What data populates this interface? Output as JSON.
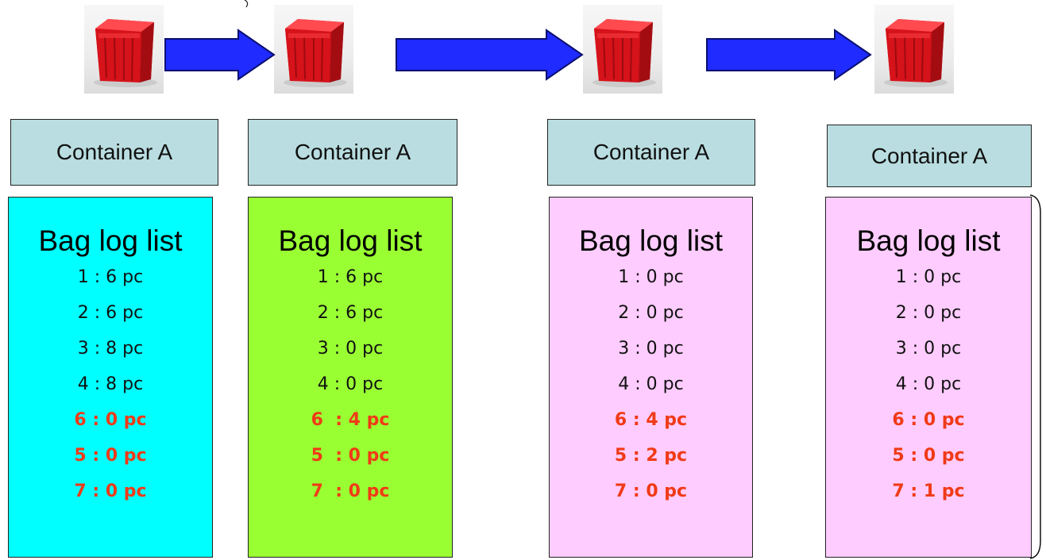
{
  "colors": {
    "label_fill": "#b9dde0",
    "arrow_fill": "#1f2bff",
    "arrow_stroke": "#0a0f70",
    "crate_red": "#e0141c",
    "highlight_text": "#f03a17"
  },
  "images": [
    {
      "icon": "red-crate-icon"
    },
    {
      "icon": "red-crate-icon"
    },
    {
      "icon": "red-crate-icon"
    },
    {
      "icon": "red-crate-icon"
    }
  ],
  "stages": [
    {
      "container_label": "Container A",
      "fill": "#00ffff",
      "list_title": "Bag log list",
      "lines": [
        {
          "text": "1 : 6 pc",
          "highlight": false
        },
        {
          "text": "2 : 6 pc",
          "highlight": false
        },
        {
          "text": "3 : 8 pc",
          "highlight": false
        },
        {
          "text": "4 : 8 pc",
          "highlight": false
        },
        {
          "text": "6 : 0 pc",
          "highlight": true
        },
        {
          "text": "5 : 0 pc",
          "highlight": true
        },
        {
          "text": "7 : 0 pc",
          "highlight": true
        }
      ]
    },
    {
      "container_label": "Container A",
      "fill": "#99ff33",
      "list_title": "Bag log list",
      "lines": [
        {
          "text": "1 : 6 pc",
          "highlight": false
        },
        {
          "text": "2 : 6 pc",
          "highlight": false
        },
        {
          "text": "3 : 0 pc",
          "highlight": false
        },
        {
          "text": "4 : 0 pc",
          "highlight": false
        },
        {
          "text": "6  : 4 pc",
          "highlight": true
        },
        {
          "text": "5  : 0 pc",
          "highlight": true
        },
        {
          "text": "7  : 0 pc",
          "highlight": true
        }
      ]
    },
    {
      "container_label": "Container A",
      "fill": "#ffccff",
      "list_title": "Bag log list",
      "lines": [
        {
          "text": "1 : 0 pc",
          "highlight": false
        },
        {
          "text": "2 : 0 pc",
          "highlight": false
        },
        {
          "text": "3 : 0 pc",
          "highlight": false
        },
        {
          "text": "4 : 0 pc",
          "highlight": false
        },
        {
          "text": "6 : 4 pc",
          "highlight": true
        },
        {
          "text": "5 : 2 pc",
          "highlight": true
        },
        {
          "text": "7 : 0 pc",
          "highlight": true
        }
      ]
    },
    {
      "container_label": "Container A",
      "fill": "#ffccff",
      "list_title": "Bag log list",
      "lines": [
        {
          "text": "1 : 0 pc",
          "highlight": false
        },
        {
          "text": "2 : 0 pc",
          "highlight": false
        },
        {
          "text": "3 : 0 pc",
          "highlight": false
        },
        {
          "text": "4 : 0 pc",
          "highlight": false
        },
        {
          "text": "6 : 0 pc",
          "highlight": true
        },
        {
          "text": "5 : 0 pc",
          "highlight": true
        },
        {
          "text": "7 : 1 pc",
          "highlight": true
        }
      ]
    }
  ]
}
